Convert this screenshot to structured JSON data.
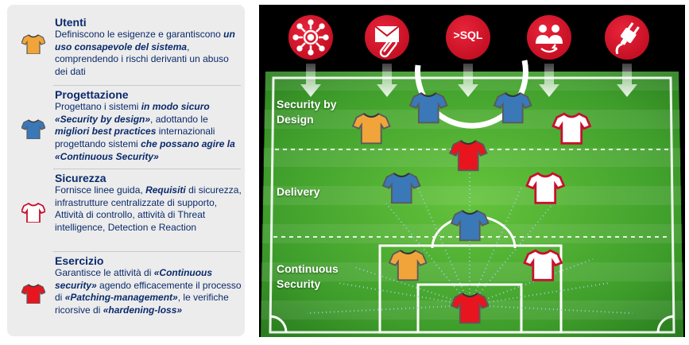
{
  "legend": {
    "items": [
      {
        "title": "Utenti",
        "shirt_color": "#f0a43a",
        "desc_parts": [
          {
            "t": "Definiscono le esigenze e garantiscono "
          },
          {
            "t": "un uso consapevole del sistema",
            "em": true
          },
          {
            "t": ", comprendendo i rischi derivanti un abuso dei dati"
          }
        ]
      },
      {
        "title": "Progettazione",
        "shirt_color": "#3a78b8",
        "desc_parts": [
          {
            "t": "Progettano i sistemi "
          },
          {
            "t": "in modo sicuro «Security by design»",
            "em": true
          },
          {
            "t": ", adottando le "
          },
          {
            "t": "migliori best practices",
            "em": true
          },
          {
            "t": " internazionali progettando sistemi "
          },
          {
            "t": "che possano agire la «Continuous Security»",
            "em": true
          }
        ]
      },
      {
        "title": "Sicurezza",
        "shirt_color": "#ffffff",
        "desc_parts": [
          {
            "t": "Fornisce linee guida, "
          },
          {
            "t": "Requisiti",
            "em": true
          },
          {
            "t": " di sicurezza, infrastrutture centralizzate di supporto, Attività di controllo, attività di Threat intelligence, Detection e Reaction"
          }
        ]
      },
      {
        "title": "Esercizio",
        "shirt_color": "#e8141e",
        "desc_parts": [
          {
            "t": "Garantisce le attività di "
          },
          {
            "t": "«Continuous security»",
            "em": true
          },
          {
            "t": " agendo efficacemente il processo di "
          },
          {
            "t": "«Patching-management»",
            "em": true
          },
          {
            "t": ", le verifiche ricorsive di "
          },
          {
            "t": "«hardening-loss»",
            "em": true
          }
        ]
      }
    ]
  },
  "pitch": {
    "zones": [
      "Security by Design",
      "Delivery",
      "Continuous Security"
    ],
    "icons": [
      "virus-icon",
      "mail-attachment-icon",
      "sql-injection-icon",
      "social-engineering-icon",
      "plug-icon"
    ],
    "sql_label": ">SQL",
    "colors": {
      "grass_dark": "#2f8f25",
      "grass_light": "#5fbf3a",
      "threat_red": "#d3132a",
      "user_orange": "#f0a43a",
      "design_blue": "#3a78b8",
      "security_white": "#ffffff",
      "ops_red": "#e8141e"
    }
  }
}
